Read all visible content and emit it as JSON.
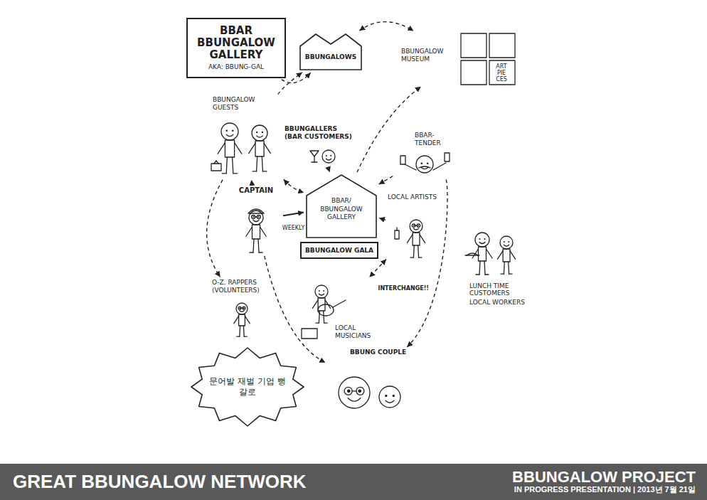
{
  "diagram": {
    "title": "GREAT BBUNGALOW NETWORK",
    "nodes": [
      {
        "text": [
          "BBAR BBUNGALOW GALLERY",
          "AKA: BBUNG-GAL"
        ]
      },
      {
        "text": [
          "BBUNGALOWS"
        ]
      },
      {
        "text": [
          "BBUNGALOW MUSEUM",
          "ART PIE CES"
        ]
      },
      {
        "text": [
          "BBUNGALOW GUESTS"
        ]
      },
      {
        "text": [
          "BBUNGALLERS (BAR CUSTOMERS)"
        ]
      },
      {
        "text": [
          "BBAR- TENDER"
        ]
      },
      {
        "text": [
          "CAPTAIN"
        ]
      },
      {
        "text": [
          "BBAR/ BBUNGALOW GALLERY"
        ]
      },
      {
        "text": [
          "BBUNGALOW GALA"
        ]
      },
      {
        "text": [
          "LOCAL ARTISTS"
        ]
      },
      {
        "text": [
          "LUNCH TIME CUSTOMERS",
          "LOCAL WORKERS"
        ]
      },
      {
        "text": [
          "O-Z. RAPPERS (VOLUNTEERS)"
        ]
      },
      {
        "text": [
          "LOCAL MUSICIANS"
        ]
      },
      {
        "text": [
          "문어발 재벌 기업 뻥갈로"
        ]
      },
      {
        "text": [
          "BBUNG COUPLE"
        ]
      }
    ],
    "edges": [
      {
        "from": 1,
        "to": 2,
        "arrow": "both"
      },
      {
        "from": 0,
        "to": 1,
        "arrow": "to"
      },
      {
        "from": 3,
        "to": 1,
        "arrow": "to"
      },
      {
        "from": 6,
        "to": 3,
        "arrow": "to"
      },
      {
        "from": 3,
        "to": 7,
        "arrow": "both"
      },
      {
        "from": 6,
        "to": 7,
        "label": "WEEKLY",
        "arrow": "to"
      },
      {
        "from": 6,
        "to": 14,
        "arrow": "to"
      },
      {
        "from": 3,
        "to": 11,
        "arrow": "to"
      },
      {
        "from": 4,
        "to": 7,
        "arrow": "to"
      },
      {
        "from": 5,
        "to": 7,
        "arrow": "to"
      },
      {
        "from": 9,
        "to": 7,
        "arrow": "to"
      },
      {
        "from": 9,
        "to": 12,
        "label": "INTERCHANGE!!",
        "arrow": "both"
      },
      {
        "from": 7,
        "to": 2,
        "arrow": "to"
      },
      {
        "from": 5,
        "to": 14,
        "arrow": "to"
      }
    ],
    "labels": [
      "BBUNGALOW PROJECT",
      "IN PROGRESS PRESENTATION | 2013년 7월 21일"
    ]
  }
}
